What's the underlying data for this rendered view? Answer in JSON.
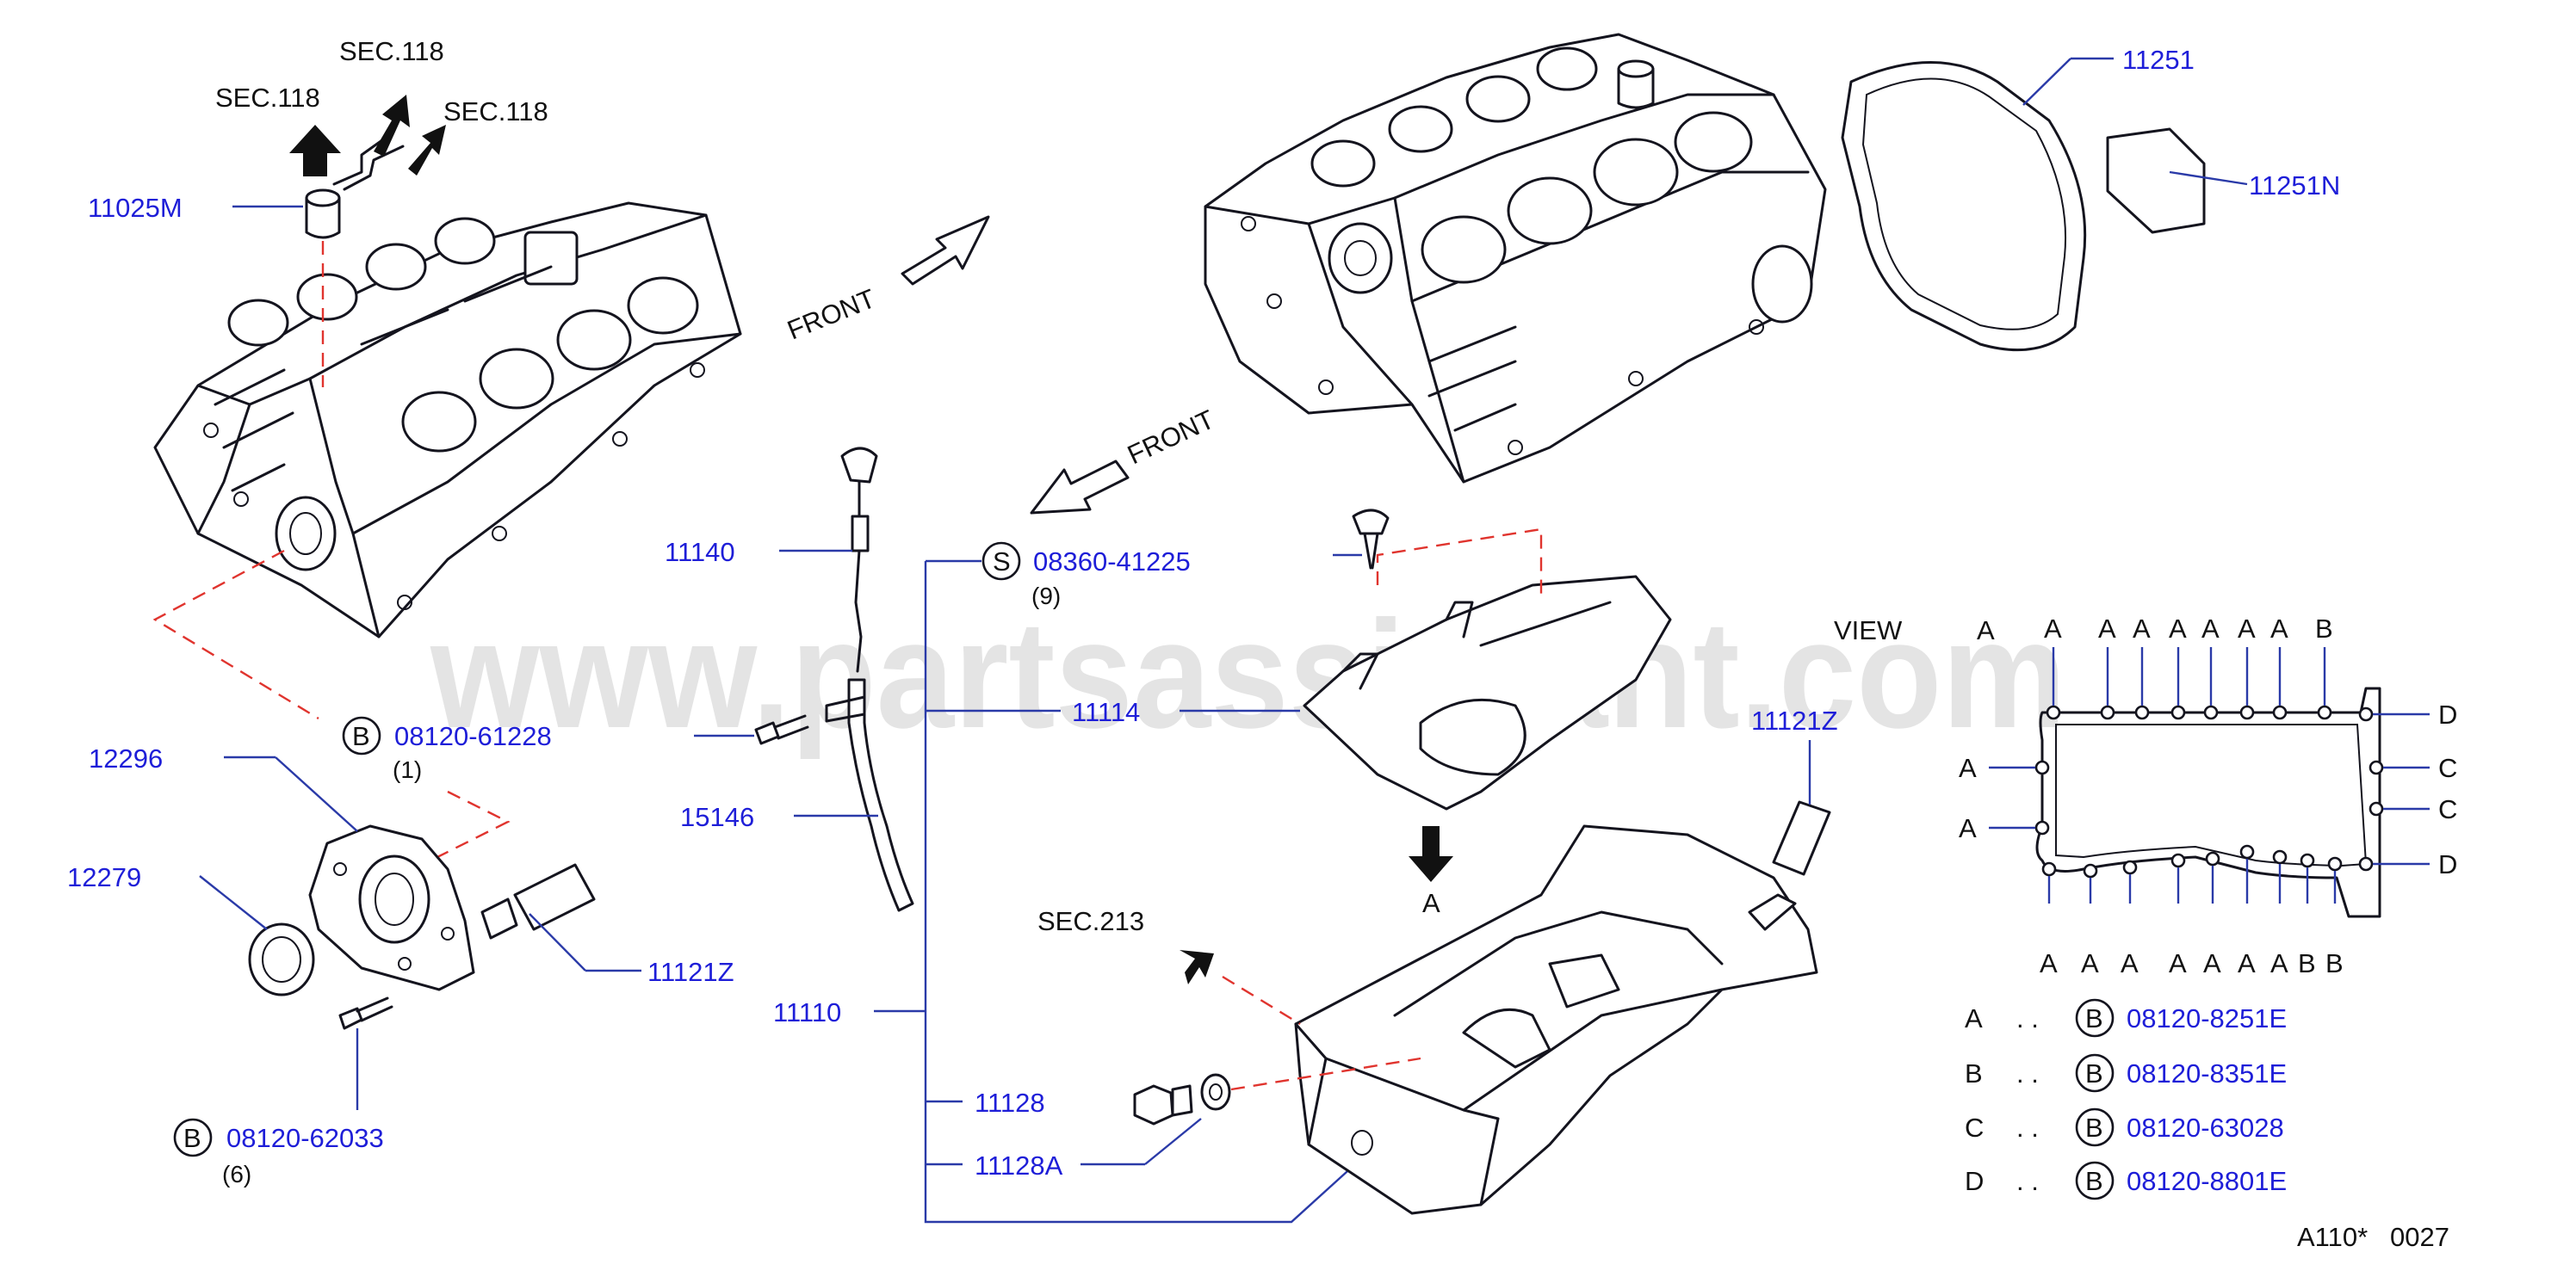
{
  "watermark": "www.partsassistant.com",
  "diagram_id": "A110*   0027",
  "colors": {
    "callout": "#1e1ed8",
    "leader": "#2a3aa8",
    "dashed_link": "#e0342e",
    "ink": "#14141e"
  },
  "sec_refs": {
    "s118_a": "SEC.118",
    "s118_b": "SEC.118",
    "s118_c": "SEC.118",
    "s213": "SEC.213"
  },
  "direction": {
    "front_left": "FRONT",
    "front_right": "FRONT"
  },
  "callouts": {
    "p11025M": "11025M",
    "p12296": "12296",
    "p12279": "12279",
    "p11121Z_left": "11121Z",
    "p11140": "11140",
    "p15146": "15146",
    "p11114": "11114",
    "p11110": "11110",
    "p11128": "11128",
    "p11128A": "11128A",
    "p11251": "11251",
    "p11251N": "11251N",
    "p11121Z_right": "11121Z"
  },
  "fasteners": {
    "f1": {
      "badge": "B",
      "part": "08120-61228",
      "qty": "(1)"
    },
    "f2": {
      "badge": "B",
      "part": "08120-62033",
      "qty": "(6)"
    },
    "f3": {
      "badge": "S",
      "part": "08360-41225",
      "qty": "(9)"
    }
  },
  "view": {
    "title": "VIEW",
    "arrow_letter": "A",
    "view_letter": "A",
    "top_letters": [
      "A",
      "A",
      "A",
      "A",
      "A",
      "A",
      "A",
      "B"
    ],
    "bottom_letters": [
      "A",
      "A",
      "A",
      "A",
      "A",
      "A",
      "A",
      "B",
      "B"
    ],
    "left_letters": [
      "A",
      "A"
    ],
    "right_letters": [
      "D",
      "C",
      "C",
      "D"
    ]
  },
  "legend": [
    {
      "key": "A",
      "dots": ". .",
      "badge": "B",
      "part": "08120-8251E"
    },
    {
      "key": "B",
      "dots": ". .",
      "badge": "B",
      "part": "08120-8351E"
    },
    {
      "key": "C",
      "dots": ". .",
      "badge": "B",
      "part": "08120-63028"
    },
    {
      "key": "D",
      "dots": ". .",
      "badge": "B",
      "part": "08120-8801E"
    }
  ]
}
